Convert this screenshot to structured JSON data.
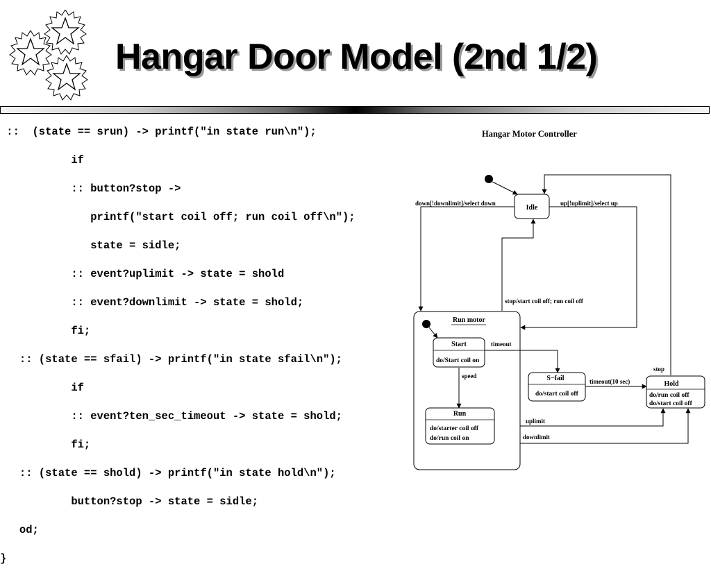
{
  "slide": {
    "title": "Hangar Door Model (2nd 1/2)",
    "logo_icon": "stars-cluster-icon"
  },
  "code": {
    "lines": [
      " ::  (state == srun) -> printf(\"in state run\\n\");",
      "           if",
      "           :: button?stop ->",
      "              printf(\"start coil off; run coil off\\n\");",
      "              state = sidle;",
      "           :: event?uplimit -> state = shold",
      "           :: event?downlimit -> state = shold;",
      "           fi;",
      "   :: (state == sfail) -> printf(\"in state sfail\\n\");",
      "           if",
      "           :: event?ten_sec_timeout -> state = shold;",
      "           fi;",
      "   :: (state == shold) -> printf(\"in state hold\\n\");",
      "           button?stop -> state = sidle;",
      "   od;",
      "}"
    ]
  },
  "diagram": {
    "title": "Hangar Motor Controller",
    "states": {
      "idle": {
        "name": "Idle"
      },
      "run_motor": {
        "name": "Run motor"
      },
      "start": {
        "name": "Start",
        "action": "do/Start coil on"
      },
      "run": {
        "name": "Run",
        "actions": [
          "do/starter coil off",
          "do/run coil on"
        ]
      },
      "sfail": {
        "name": "S−fail",
        "action": "do/start coil off"
      },
      "hold": {
        "name": "Hold",
        "actions": [
          "do/run coil off",
          "do/start coil off"
        ]
      }
    },
    "transitions": {
      "down": "down[!downlimit]/select down",
      "up": "up[!uplimit]/select up",
      "stop_start": "stop/start coil off; run coil off",
      "timeout": "timeout",
      "speed": "speed",
      "timeout10": "timeout(10 sec)",
      "stop": "stop",
      "uplimit": "uplimit",
      "downlimit": "downlimit"
    }
  }
}
